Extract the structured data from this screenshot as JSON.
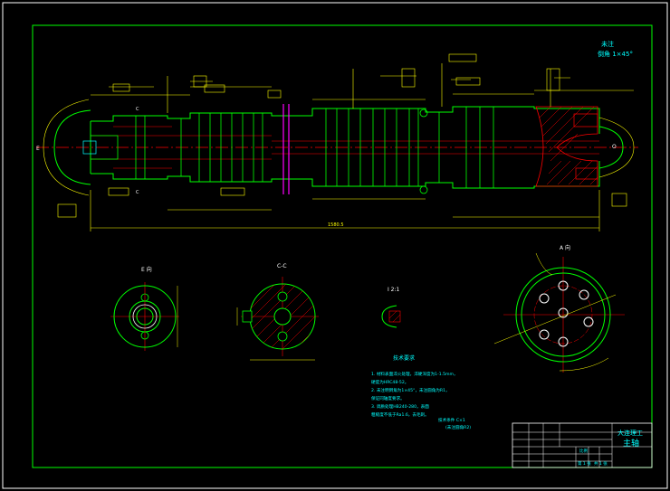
{
  "sheet": {
    "note_top_1": "未注",
    "note_top_2": "倒角 1×45°",
    "total_length": "1580.5",
    "section_a_label": "A 向",
    "section_e_label": "E 向",
    "section_c_label": "C-C",
    "detail_i_label": "I  2:1",
    "tech_title": "技术要求",
    "tech_lines": [
      "1. 材料表面淬火处理，淬硬深度为1-1.5mm，",
      "   硬度为HRC48-52。",
      "2. 未注明倒角为1×45°，未注圆角为R1，",
      "   保证同轴度要求。",
      "3. 调质处理HB240-280，表面",
      "   粗糙度不低于Ra1.6，去毛刺。"
    ],
    "tech_note_a": "技术条件 C×1",
    "tech_note_b": "(未注圆角R2)",
    "title_block": {
      "school": "大连理工",
      "part_name": "主轴",
      "scale_label": "比例",
      "sheet_label": "第 1 张",
      "sheets_label": "共 1 张"
    }
  },
  "colors": {
    "border": "#00ff00",
    "outline": "#00ff00",
    "dim": "#ffff00",
    "text": "#00ffff",
    "center": "#ff0000",
    "hatch": "#ff0000",
    "detail": "#ffffff",
    "special": "#ff00ff"
  }
}
